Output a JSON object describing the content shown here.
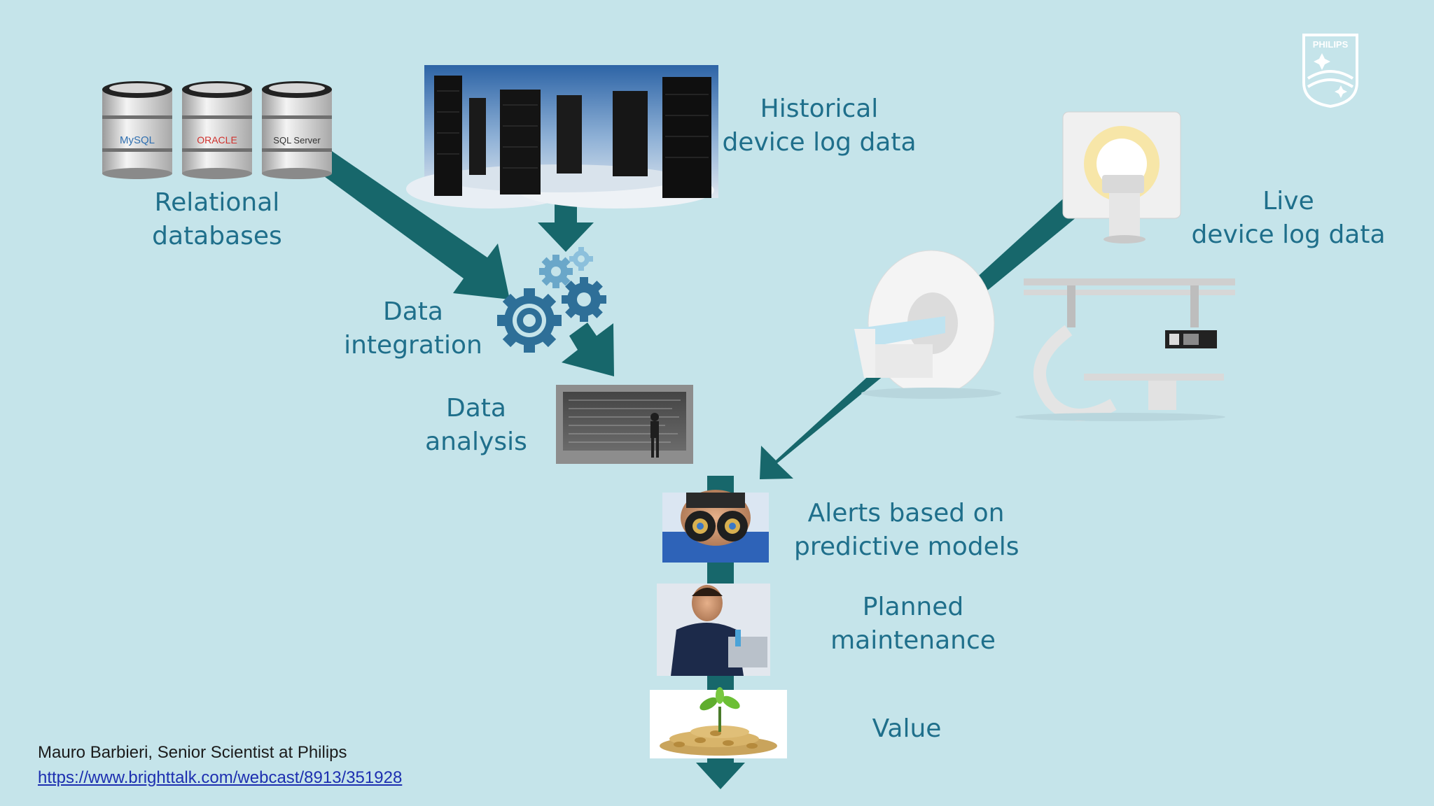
{
  "labels": {
    "relational": [
      "Relational",
      "databases"
    ],
    "historical": [
      "Historical",
      "device log data"
    ],
    "live": [
      "Live",
      "device log data"
    ],
    "integration": [
      "Data",
      "integration"
    ],
    "analysis": [
      "Data",
      "analysis"
    ],
    "alerts": [
      "Alerts based on",
      "predictive models"
    ],
    "maintenance": [
      "Planned",
      "maintenance"
    ],
    "value": "Value"
  },
  "databases": [
    "MySQL",
    "ORACLE",
    "SQL Server"
  ],
  "logo_text": "PHILIPS",
  "credit": {
    "author": "Mauro Barbieri, Senior Scientist at Philips",
    "url": "https://www.brighttalk.com/webcast/8913/351928"
  },
  "colors": {
    "background": "#c5e4ea",
    "arrow": "#17676b",
    "label": "#1f6f8b",
    "gear_dark": "#2e6f98",
    "gear_light": "#6aa7c9"
  }
}
